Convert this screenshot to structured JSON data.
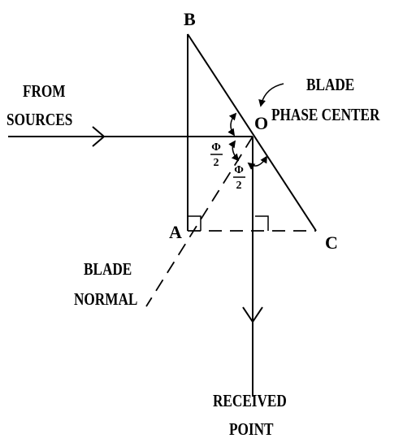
{
  "labels": {
    "point_b": "B",
    "point_o": "O",
    "point_a": "A",
    "point_c": "C",
    "from_line1": "FROM",
    "from_line2": "SOURCES",
    "blade_phase_line1": "BLADE",
    "blade_phase_line2": "PHASE CENTER",
    "blade_normal_line1": "BLADE",
    "blade_normal_line2": "NORMAL",
    "received_line1": "RECEIVED",
    "received_line2": "POINT",
    "angle_upper_num": "Φ",
    "angle_upper_den": "2",
    "angle_lower_num": "Φ",
    "angle_lower_den": "2"
  },
  "colors": {
    "ink": "#000000",
    "background": "#ffffff"
  }
}
